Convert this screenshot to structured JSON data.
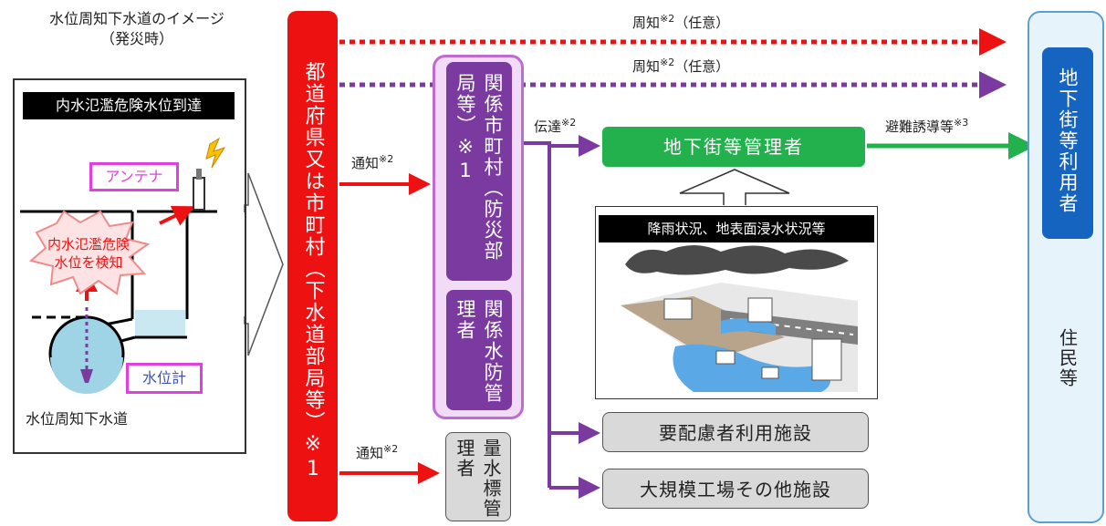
{
  "title": {
    "line1": "水位周知下水道のイメージ",
    "line2": "（発災時）"
  },
  "left_panel": {
    "header": "内水氾濫危険水位到達",
    "antenna": "アンテナ",
    "burst_line1": "内水氾濫危険",
    "burst_line2": "水位を検知",
    "meter": "水位計",
    "caption": "水位周知下水道"
  },
  "nodes": {
    "prefecture": "都道府県又は市町村（下水道部局等）※1",
    "municipality": "関係市町村（防災部局等）※1",
    "flood_prevention": "関係水防管理者",
    "water_gauge": "量水標管理者",
    "underground_manager": "地下街等管理者",
    "care_facilities": "要配慮者利用施設",
    "factories": "大規模工場その他施設",
    "underground_users": "地下街等利用者",
    "residents": "住民等"
  },
  "edges": {
    "notice_any_1": "周知",
    "notice_any_1_sup": "※2",
    "notice_any_1_tail": "（任意）",
    "notice_any_2": "周知",
    "notice_any_2_sup": "※2",
    "notice_any_2_tail": "（任意）",
    "notify_1": "通知",
    "notify_1_sup": "※2",
    "notify_2": "通知",
    "notify_2_sup": "※2",
    "transmit": "伝達",
    "transmit_sup": "※2",
    "evacuation": "避難誘導等",
    "evacuation_sup": "※3"
  },
  "illustration": {
    "caption": "降雨状況、地表面浸水状況等"
  },
  "colors": {
    "red": "#ee1111",
    "purple": "#7a3aa0",
    "green": "#22b14c",
    "blue": "#1565c0",
    "light_blue": "#e6f3fb",
    "gray": "#d9d9d9"
  }
}
